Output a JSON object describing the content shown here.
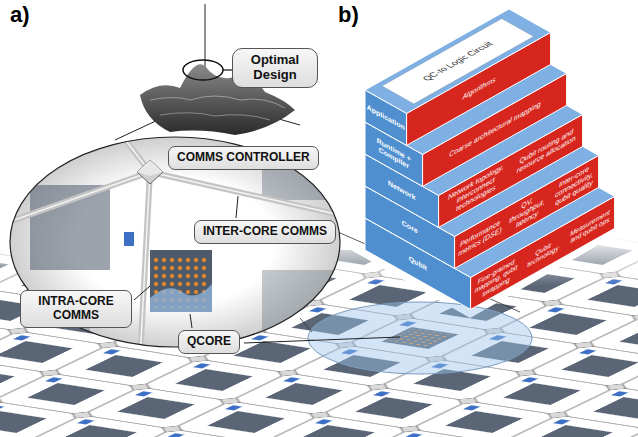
{
  "diagram": {
    "nodes": [
      {
        "text": [
          "Optimal Design"
        ]
      },
      {
        "text": [
          "COMMS CONTROLLER"
        ]
      },
      {
        "text": [
          "INTER-CORE COMMS"
        ]
      },
      {
        "text": [
          "INTRA-CORE COMMS"
        ]
      },
      {
        "text": [
          "QCORE"
        ]
      }
    ],
    "labels": [
      "a)",
      "b)",
      "QC-to Logic Circuit",
      "Application",
      "Runtime + Compiler",
      "Network",
      "Core",
      "Qubit",
      "Algorithms",
      "Coarse architectural mapping",
      "Network topology, interconnect technologies",
      "Qubit routing and resource allocation",
      "Performance metrics (DSE)",
      "QV, throughput, latency",
      "Inter-core connectivity, qubit quality",
      "Fine-grained mapping, qubit swapping",
      "Qubit technology",
      "Measurement and qubit ops"
    ]
  }
}
